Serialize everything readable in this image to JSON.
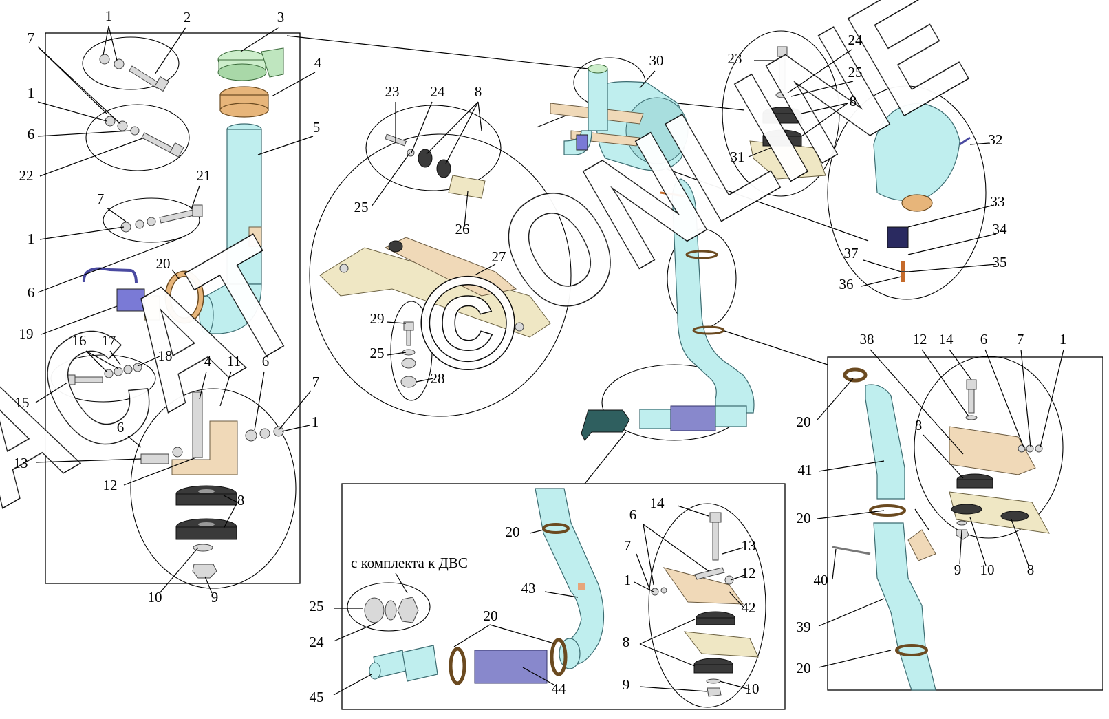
{
  "caption": "с комплекта к ДВС",
  "watermark": {
    "left": "ACAT",
    "mark": "©",
    "right": "ONLINE"
  },
  "labels": [
    "1",
    "2",
    "3",
    "4",
    "5",
    "6",
    "7",
    "8",
    "9",
    "10",
    "11",
    "12",
    "13",
    "14",
    "15",
    "16",
    "17",
    "18",
    "19",
    "20",
    "21",
    "22",
    "23",
    "24",
    "25",
    "26",
    "27",
    "28",
    "29",
    "30",
    "31",
    "32",
    "33",
    "34",
    "35",
    "36",
    "37",
    "38",
    "39",
    "40",
    "41",
    "42",
    "43",
    "44",
    "45"
  ],
  "colors": {
    "pipe": "#bfeeee",
    "bracket": "#f0d9b8",
    "clamp": "#e7b57a",
    "bellows": "#8888cc",
    "rubber": "#3a3a3a"
  }
}
